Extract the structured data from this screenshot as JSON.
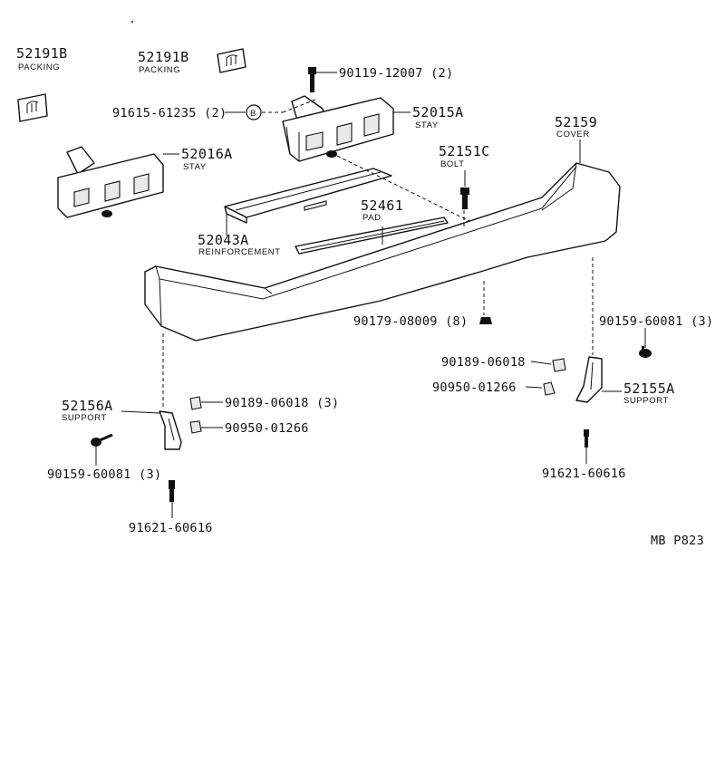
{
  "diagram_code": "MB P823",
  "parts": {
    "packing_left": {
      "number": "52191B",
      "name": "PACKING"
    },
    "packing_top": {
      "number": "52191B",
      "name": "PACKING"
    },
    "bolt_top": {
      "number": "90119-12007 (2)"
    },
    "clip_b": {
      "number": "91615-61235 (2)",
      "symbol": "B"
    },
    "stay_right": {
      "number": "52015A",
      "name": "STAY"
    },
    "stay_left": {
      "number": "52016A",
      "name": "STAY"
    },
    "cover": {
      "number": "52159",
      "name": "COVER"
    },
    "bolt_c": {
      "number": "52151C",
      "name": "BOLT"
    },
    "pad": {
      "number": "52461",
      "name": "PAD"
    },
    "reinforcement": {
      "number": "52043A",
      "name": "REINFORCEMENT"
    },
    "nut_center": {
      "number": "90179-08009 (8)"
    },
    "screw_right": {
      "number": "90159-60081 (3)"
    },
    "nut_right": {
      "number": "90189-06018"
    },
    "grommet_right": {
      "number": "90950-01266"
    },
    "support_right": {
      "number": "52155A",
      "name": "SUPPORT"
    },
    "support_left": {
      "number": "52156A",
      "name": "SUPPORT"
    },
    "nut_left": {
      "number": "90189-06018 (3)"
    },
    "grommet_left": {
      "number": "90950-01266"
    },
    "screw_left": {
      "number": "90159-60081 (3)"
    },
    "bolt_left": {
      "number": "91621-60616"
    },
    "bolt_right": {
      "number": "91621-60616"
    }
  }
}
